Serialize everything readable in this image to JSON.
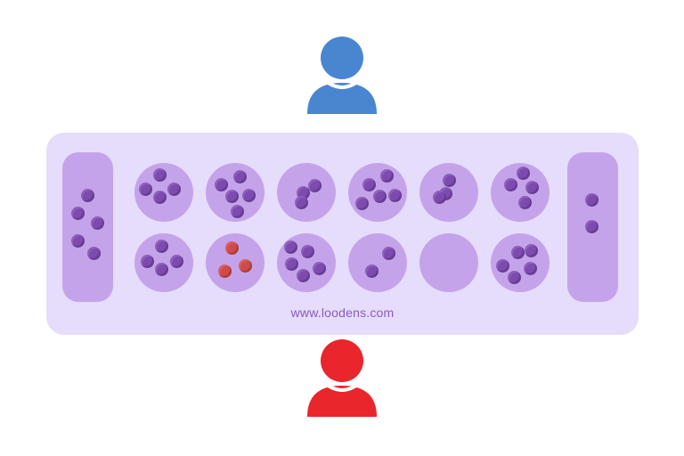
{
  "board": {
    "website": "www.loodens.com",
    "colors": {
      "board": "#e6dcfb",
      "pit": "#c5a3ea",
      "seed": "#7d4bb0",
      "highlight_seed": "#d04a4a",
      "top_player": "#4a86d0",
      "bottom_player": "#e8262c"
    },
    "top_row_counts": [
      4,
      5,
      3,
      5,
      3,
      4
    ],
    "bottom_row_counts": [
      4,
      3,
      5,
      2,
      0,
      5
    ],
    "left_store_count": 5,
    "right_store_count": 2,
    "highlighted_pit": "bottom-2"
  },
  "players": {
    "top": {
      "icon": "user-icon",
      "color": "#4a86d0"
    },
    "bottom": {
      "icon": "user-icon",
      "color": "#e8262c"
    }
  }
}
